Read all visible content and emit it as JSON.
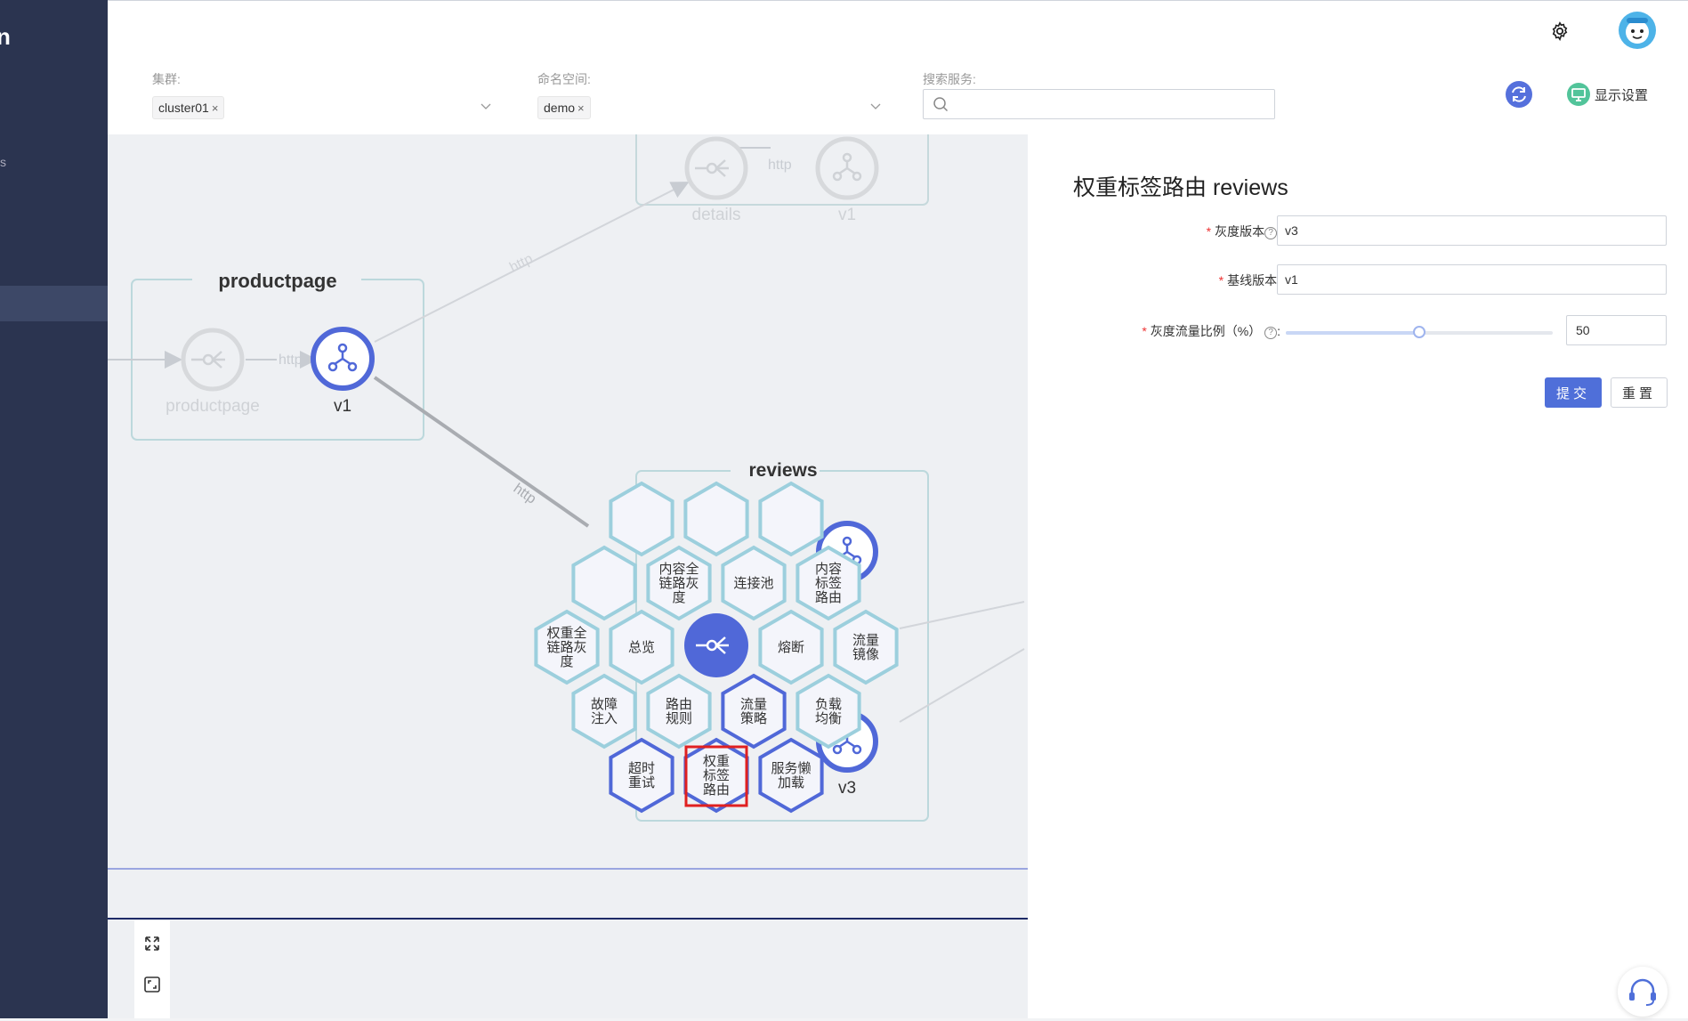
{
  "sidebar": {
    "brand": "n",
    "mark": "s"
  },
  "topbar": {
    "settings_icon": "gear-icon",
    "avatar_icon": "robot-avatar-icon"
  },
  "filters": {
    "cluster": {
      "label": "集群:",
      "tag": "cluster01"
    },
    "namespace": {
      "label": "命名空间:",
      "tag": "demo"
    },
    "search": {
      "label": "搜索服务:",
      "placeholder": ""
    },
    "display_settings": "显示设置"
  },
  "graph": {
    "productpage": {
      "title": "productpage",
      "node_label": "productpage",
      "version": "v1",
      "edge": "http"
    },
    "details": {
      "node_label": "details",
      "version": "v1",
      "edge": "http"
    },
    "edge_to_details": "http",
    "edge_to_reviews": "http",
    "reviews": {
      "title": "reviews",
      "version": "v3"
    },
    "hex_menu": [
      {
        "id": "content-full-chain-gray",
        "label": "内容全\n链路灰\n度"
      },
      {
        "id": "connection-pool",
        "label": "连接池"
      },
      {
        "id": "content-tag-route",
        "label": "内容\n标签\n路由"
      },
      {
        "id": "weight-full-chain-gray",
        "label": "权重全\n链路灰\n度"
      },
      {
        "id": "overview",
        "label": "总览"
      },
      {
        "id": "circuit-breaker",
        "label": "熔断"
      },
      {
        "id": "traffic-mirror",
        "label": "流量\n镜像"
      },
      {
        "id": "fault-injection",
        "label": "故障\n注入"
      },
      {
        "id": "route-rule",
        "label": "路由\n规则"
      },
      {
        "id": "traffic-policy",
        "label": "流量\n策略"
      },
      {
        "id": "load-balance",
        "label": "负载\n均衡"
      },
      {
        "id": "timeout-retry",
        "label": "超时\n重试"
      },
      {
        "id": "weight-tag-route",
        "label": "权重\n标签\n路由"
      },
      {
        "id": "service-lazy-load",
        "label": "服务懒\n加载"
      }
    ]
  },
  "panel": {
    "title": "权重标签路由 reviews",
    "gray_version": {
      "label": "灰度版本",
      "value": "v3"
    },
    "base_version": {
      "label": "基线版本:",
      "value": "v1"
    },
    "gray_ratio": {
      "label": "灰度流量比例（%）",
      "value": "50",
      "percent": 50
    },
    "submit": "提交",
    "reset": "重置"
  },
  "colors": {
    "accent": "#4f6fd9",
    "hex_border": "#9ccfdd",
    "hex_active": "#5068d8",
    "sidebar": "#2b3450"
  }
}
